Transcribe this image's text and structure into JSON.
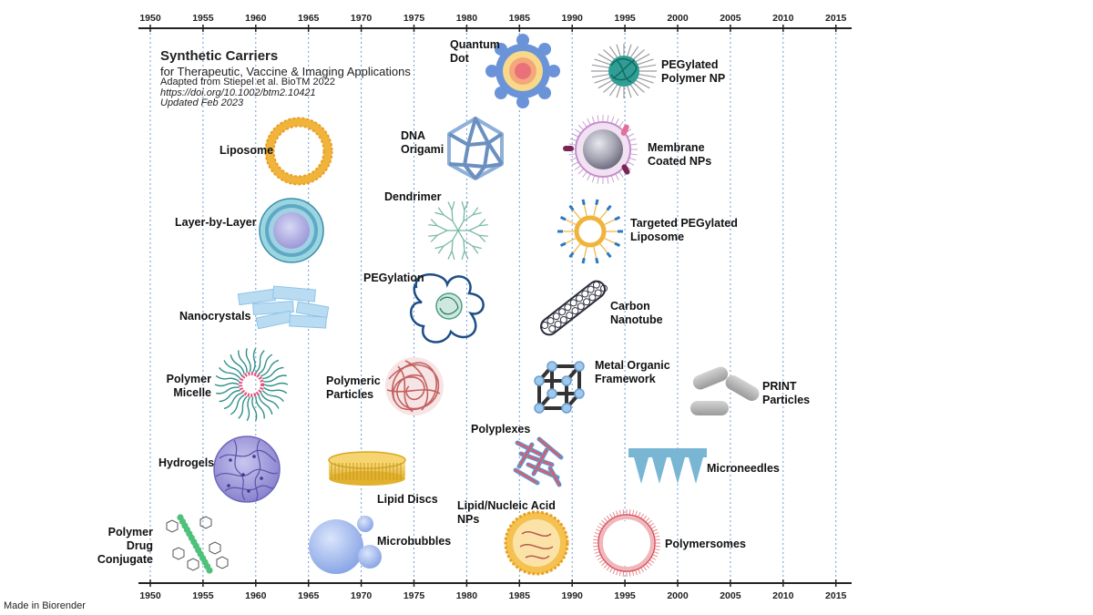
{
  "header": {
    "title": "Synthetic Carriers",
    "subtitle": "for Therapeutic, Vaccine & Imaging Applications",
    "source": "Adapted from Stiepel et al. BioTM 2022",
    "doi": "https://doi.org/10.1002/btm2.10421",
    "updated": "Updated Feb 2023"
  },
  "axis": {
    "years": [
      "1950",
      "1955",
      "1960",
      "1965",
      "1970",
      "1975",
      "1980",
      "1985",
      "1990",
      "1995",
      "2000",
      "2005",
      "2010",
      "2015"
    ]
  },
  "labels": {
    "quantum_dot": "Quantum\nDot",
    "pegylated_polymer_np": "PEGylated\nPolymer NP",
    "liposome": "Liposome",
    "dna_origami": "DNA\nOrigami",
    "membrane_coated_nps": "Membrane\nCoated NPs",
    "dendrimer": "Dendrimer",
    "layer_by_layer": "Layer-by-Layer",
    "targeted_pegylated_liposome": "Targeted PEGylated\nLiposome",
    "pegylation": "PEGylation",
    "carbon_nanotube": "Carbon\nNanotube",
    "nanocrystals": "Nanocrystals",
    "metal_organic_framework": "Metal Organic\nFramework",
    "polymer_micelle": "Polymer\nMicelle",
    "polymeric_particles": "Polymeric\nParticles",
    "print_particles": "PRINT\nParticles",
    "polyplexes": "Polyplexes",
    "hydrogels": "Hydrogels",
    "microneedles": "Microneedles",
    "lipid_discs": "Lipid Discs",
    "lipid_nucleic_acid_nps": "Lipid/Nucleic Acid\nNPs",
    "polymer_drug_conjugate": "Polymer\nDrug\nConjugate",
    "microbubbles": "Microbubbles",
    "polymersomes": "Polymersomes"
  },
  "footer": "Made in Biorender"
}
